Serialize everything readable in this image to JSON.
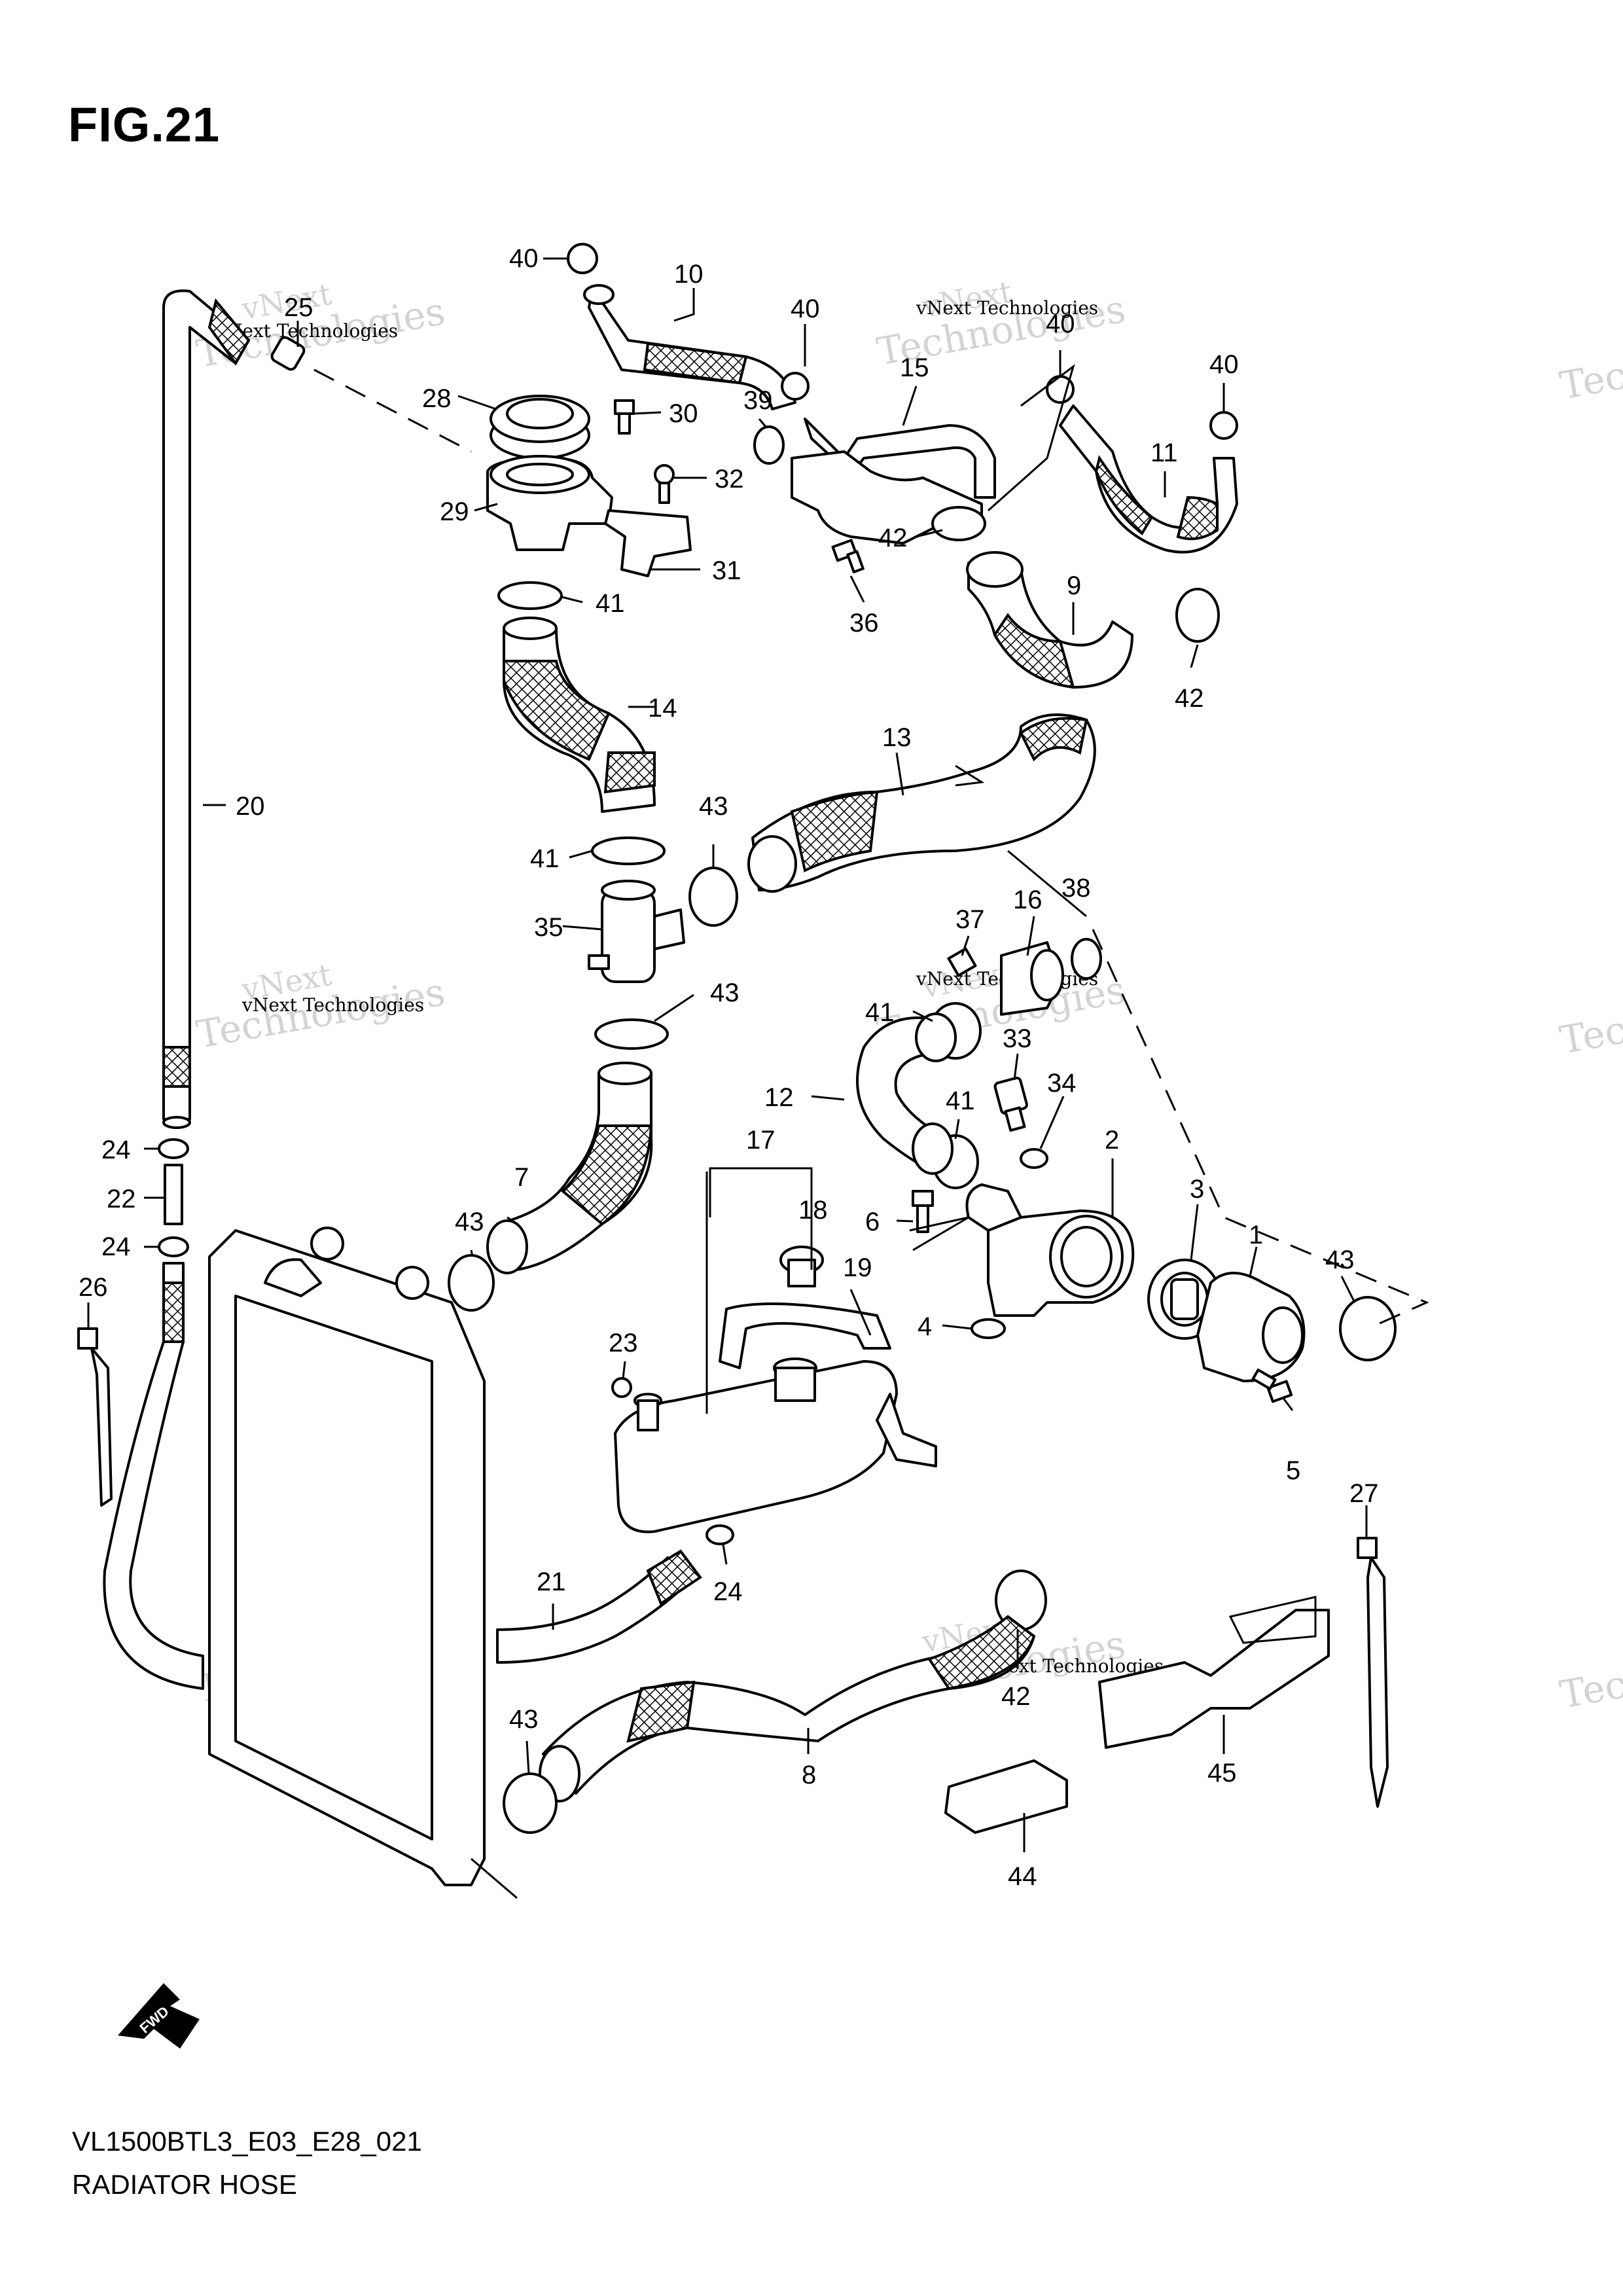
{
  "figure": {
    "title": "FIG.21",
    "model_code": "VL1500BTL3_E03_E28_021",
    "section_name": "RADIATOR HOSE",
    "direction_label": "FWD"
  },
  "watermark": {
    "line1": "vNext",
    "line2": "Technologies",
    "small": "vNext Technologies"
  },
  "callouts": [
    {
      "id": "c40a",
      "label": "40"
    },
    {
      "id": "c10",
      "label": "10"
    },
    {
      "id": "c40b",
      "label": "40"
    },
    {
      "id": "c25",
      "label": "25"
    },
    {
      "id": "c40c",
      "label": "40"
    },
    {
      "id": "c40d",
      "label": "40"
    },
    {
      "id": "c28",
      "label": "28"
    },
    {
      "id": "c30",
      "label": "30"
    },
    {
      "id": "c39",
      "label": "39"
    },
    {
      "id": "c15",
      "label": "15"
    },
    {
      "id": "c11",
      "label": "11"
    },
    {
      "id": "c29",
      "label": "29"
    },
    {
      "id": "c32",
      "label": "32"
    },
    {
      "id": "c42a",
      "label": "42"
    },
    {
      "id": "c31",
      "label": "31"
    },
    {
      "id": "c41a",
      "label": "41"
    },
    {
      "id": "c36",
      "label": "36"
    },
    {
      "id": "c9",
      "label": "9"
    },
    {
      "id": "c42b",
      "label": "42"
    },
    {
      "id": "c14",
      "label": "14"
    },
    {
      "id": "c13",
      "label": "13"
    },
    {
      "id": "c20",
      "label": "20"
    },
    {
      "id": "c43a",
      "label": "43"
    },
    {
      "id": "c41b",
      "label": "41"
    },
    {
      "id": "c16",
      "label": "16"
    },
    {
      "id": "c38",
      "label": "38"
    },
    {
      "id": "c37",
      "label": "37"
    },
    {
      "id": "c35",
      "label": "35"
    },
    {
      "id": "c43b",
      "label": "43"
    },
    {
      "id": "c41c",
      "label": "41"
    },
    {
      "id": "c33",
      "label": "33"
    },
    {
      "id": "c12",
      "label": "12"
    },
    {
      "id": "c34",
      "label": "34"
    },
    {
      "id": "c41d",
      "label": "41"
    },
    {
      "id": "c2",
      "label": "2"
    },
    {
      "id": "c17",
      "label": "17"
    },
    {
      "id": "c24a",
      "label": "24"
    },
    {
      "id": "c3",
      "label": "3"
    },
    {
      "id": "c7",
      "label": "7"
    },
    {
      "id": "c22",
      "label": "22"
    },
    {
      "id": "c18",
      "label": "18"
    },
    {
      "id": "c6",
      "label": "6"
    },
    {
      "id": "c1",
      "label": "1"
    },
    {
      "id": "c43c",
      "label": "43"
    },
    {
      "id": "c24b",
      "label": "24"
    },
    {
      "id": "c19",
      "label": "19"
    },
    {
      "id": "c43d",
      "label": "43"
    },
    {
      "id": "c26",
      "label": "26"
    },
    {
      "id": "c4",
      "label": "4"
    },
    {
      "id": "c23",
      "label": "23"
    },
    {
      "id": "c5",
      "label": "5"
    },
    {
      "id": "c27",
      "label": "27"
    },
    {
      "id": "c21",
      "label": "21"
    },
    {
      "id": "c24c",
      "label": "24"
    },
    {
      "id": "c42c",
      "label": "42"
    },
    {
      "id": "c43e",
      "label": "43"
    },
    {
      "id": "c45",
      "label": "45"
    },
    {
      "id": "c8",
      "label": "8"
    },
    {
      "id": "c44",
      "label": "44"
    }
  ]
}
